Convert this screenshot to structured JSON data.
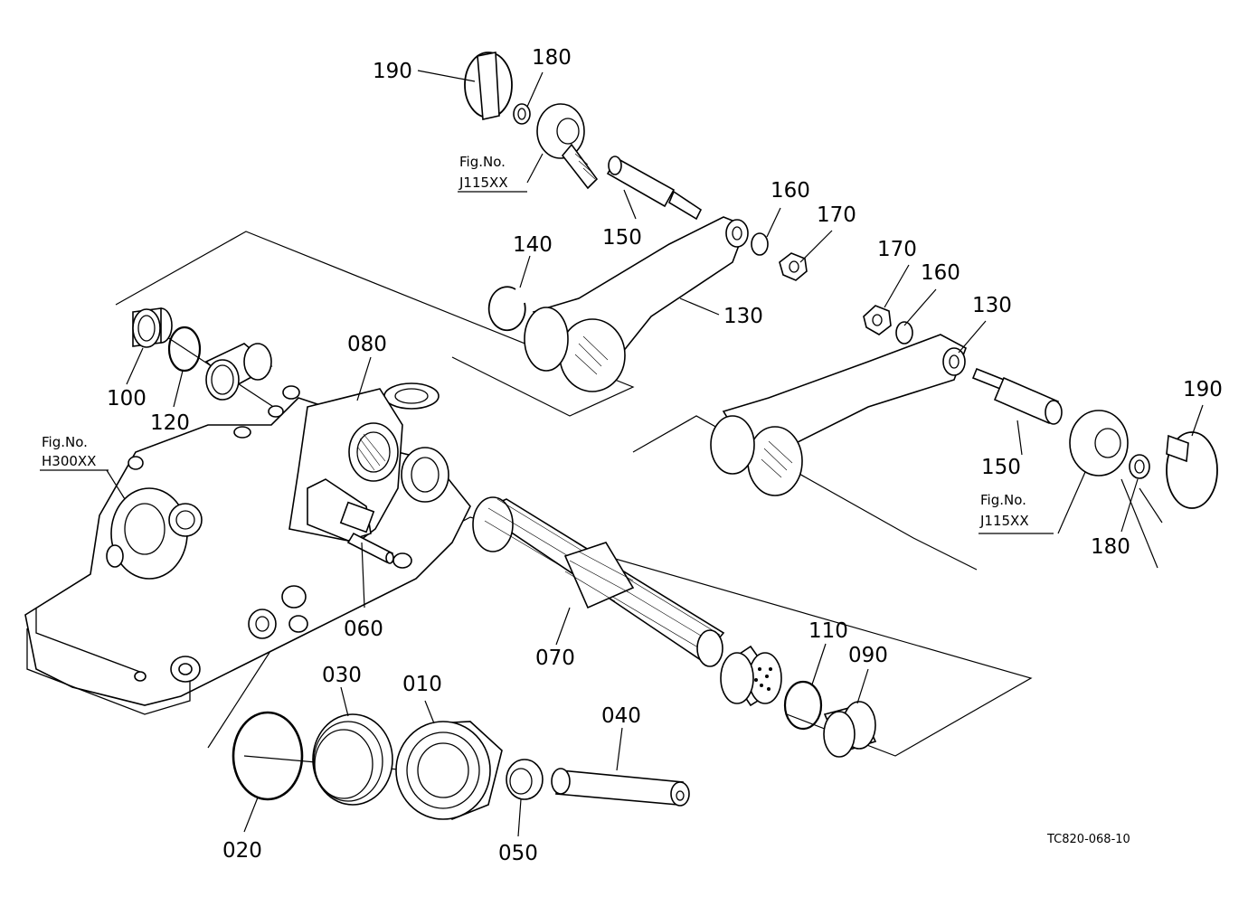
{
  "diagram": {
    "part_numbers": {
      "p010": "010",
      "p020": "020",
      "p030": "030",
      "p040": "040",
      "p050": "050",
      "p060": "060",
      "p070": "070",
      "p080": "080",
      "p090": "090",
      "p100": "100",
      "p110": "110",
      "p120": "120",
      "p130_left": "130",
      "p130_right": "130",
      "p140": "140",
      "p150_left": "150",
      "p150_right": "150",
      "p160_left": "160",
      "p160_right": "160",
      "p170_left": "170",
      "p170_right": "170",
      "p180_left": "180",
      "p180_right": "180",
      "p190_left": "190",
      "p190_right": "190"
    },
    "figure_refs": {
      "top": {
        "label": "Fig.No.",
        "code": "J115XX"
      },
      "left": {
        "label": "Fig.No.",
        "code": "H300XX"
      },
      "right": {
        "label": "Fig.No.",
        "code": "J115XX"
      }
    },
    "drawing_code": "TC820-068-10"
  }
}
